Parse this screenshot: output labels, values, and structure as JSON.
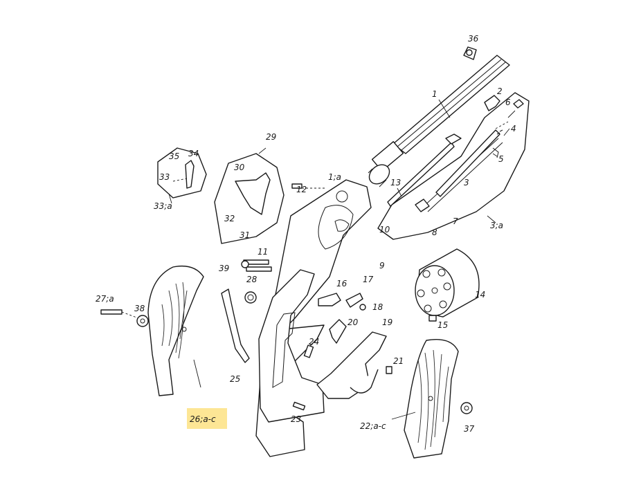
{
  "diagram": {
    "callouts": {
      "c1": "1",
      "c1a": "1;a",
      "c2": "2",
      "c3": "3",
      "c3a": "3;a",
      "c4": "4",
      "c5": "5",
      "c6": "6",
      "c7": "7",
      "c8": "8",
      "c9": "9",
      "c10": "10",
      "c11": "11",
      "c12": "12",
      "c13": "13",
      "c14": "14",
      "c15": "15",
      "c16": "16",
      "c17": "17",
      "c18": "18",
      "c19": "19",
      "c20": "20",
      "c21": "21",
      "c22": "22;a-c",
      "c23": "23",
      "c24": "24",
      "c25": "25",
      "c26": "26;a-c",
      "c27": "27;a",
      "c28": "28",
      "c29": "29",
      "c30": "30",
      "c31": "31",
      "c32": "32",
      "c33": "33",
      "c33a": "33;a",
      "c34": "34",
      "c35": "35",
      "c36": "36",
      "c37": "37",
      "c38": "38",
      "c39": "39"
    },
    "highlight_color": "#fde38a",
    "line_color": "#1a1a1a"
  }
}
